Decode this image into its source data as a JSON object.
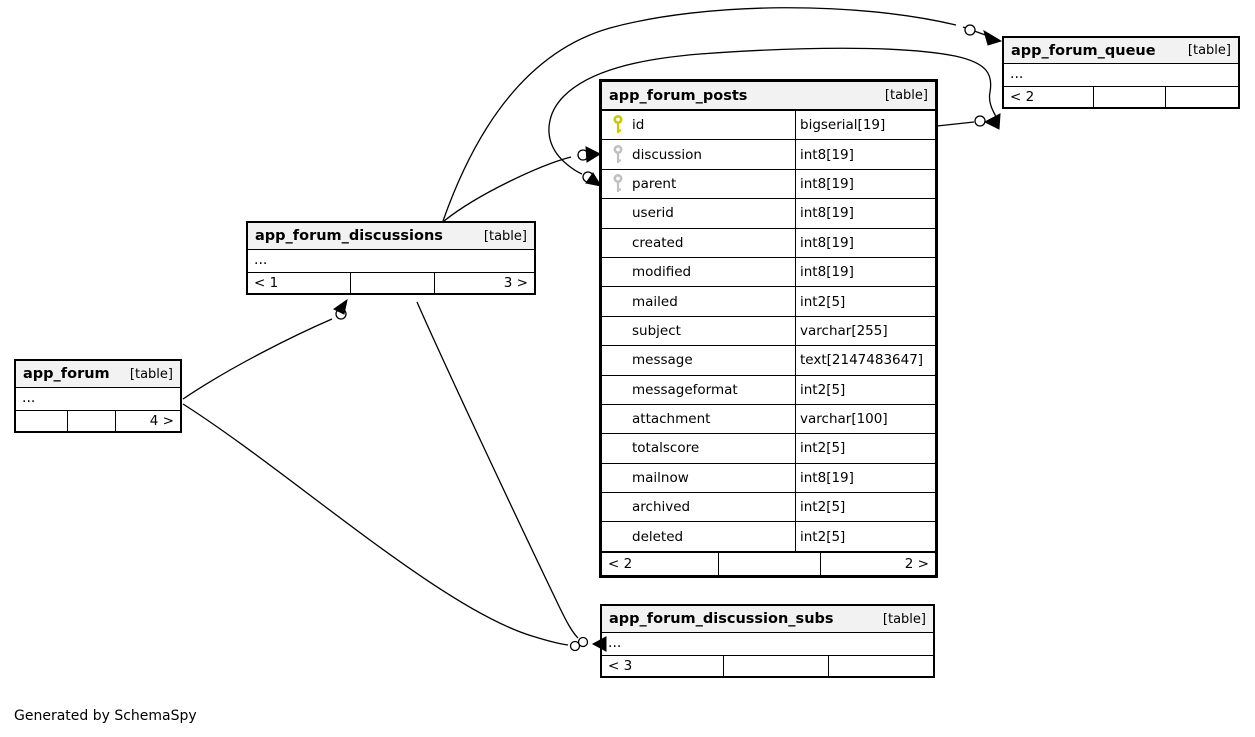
{
  "page": {
    "caption": "Generated by SchemaSpy"
  },
  "colors": {
    "header_bg": "#f2f2f2",
    "primary_key": "#c9c900",
    "foreign_key": "#c0c0c0",
    "line": "#000000"
  },
  "icons": {
    "primary_key": "key-icon-yellow",
    "foreign_key": "key-icon-gray"
  },
  "tables": {
    "app_forum_posts": {
      "name": "app_forum_posts",
      "tag": "[table]",
      "columns": [
        {
          "name": "id",
          "type": "bigserial[19]",
          "key": "primary"
        },
        {
          "name": "discussion",
          "type": "int8[19]",
          "key": "foreign"
        },
        {
          "name": "parent",
          "type": "int8[19]",
          "key": "foreign"
        },
        {
          "name": "userid",
          "type": "int8[19]",
          "key": "none"
        },
        {
          "name": "created",
          "type": "int8[19]",
          "key": "none"
        },
        {
          "name": "modified",
          "type": "int8[19]",
          "key": "none"
        },
        {
          "name": "mailed",
          "type": "int2[5]",
          "key": "none"
        },
        {
          "name": "subject",
          "type": "varchar[255]",
          "key": "none"
        },
        {
          "name": "message",
          "type": "text[2147483647]",
          "key": "none"
        },
        {
          "name": "messageformat",
          "type": "int2[5]",
          "key": "none"
        },
        {
          "name": "attachment",
          "type": "varchar[100]",
          "key": "none"
        },
        {
          "name": "totalscore",
          "type": "int2[5]",
          "key": "none"
        },
        {
          "name": "mailnow",
          "type": "int8[19]",
          "key": "none"
        },
        {
          "name": "archived",
          "type": "int2[5]",
          "key": "none"
        },
        {
          "name": "deleted",
          "type": "int2[5]",
          "key": "none"
        }
      ],
      "footer": {
        "left": "< 2",
        "middle": "",
        "right": "2 >"
      }
    },
    "app_forum_queue": {
      "name": "app_forum_queue",
      "tag": "[table]",
      "ellipsis": "...",
      "footer": {
        "left": "< 2",
        "middle": "",
        "right": ""
      }
    },
    "app_forum_discussions": {
      "name": "app_forum_discussions",
      "tag": "[table]",
      "ellipsis": "...",
      "footer": {
        "left": "< 1",
        "middle": "",
        "right": "3 >"
      }
    },
    "app_forum": {
      "name": "app_forum",
      "tag": "[table]",
      "ellipsis": "...",
      "footer": {
        "left": "",
        "middle": "",
        "right": "4 >"
      }
    },
    "app_forum_discussion_subs": {
      "name": "app_forum_discussion_subs",
      "tag": "[table]",
      "ellipsis": "...",
      "footer": {
        "left": "< 3",
        "middle": "",
        "right": ""
      }
    }
  },
  "relationships": [
    {
      "from": "app_forum_discussions",
      "to": "app_forum_queue"
    },
    {
      "from": "app_forum_discussions",
      "to": "app_forum_posts.discussion"
    },
    {
      "from": "app_forum_posts.id",
      "to": "app_forum_posts.parent"
    },
    {
      "from": "app_forum",
      "to": "app_forum_discussions"
    },
    {
      "from": "app_forum_discussions",
      "to": "app_forum_discussion_subs"
    },
    {
      "from": "app_forum",
      "to": "app_forum_discussion_subs"
    }
  ]
}
